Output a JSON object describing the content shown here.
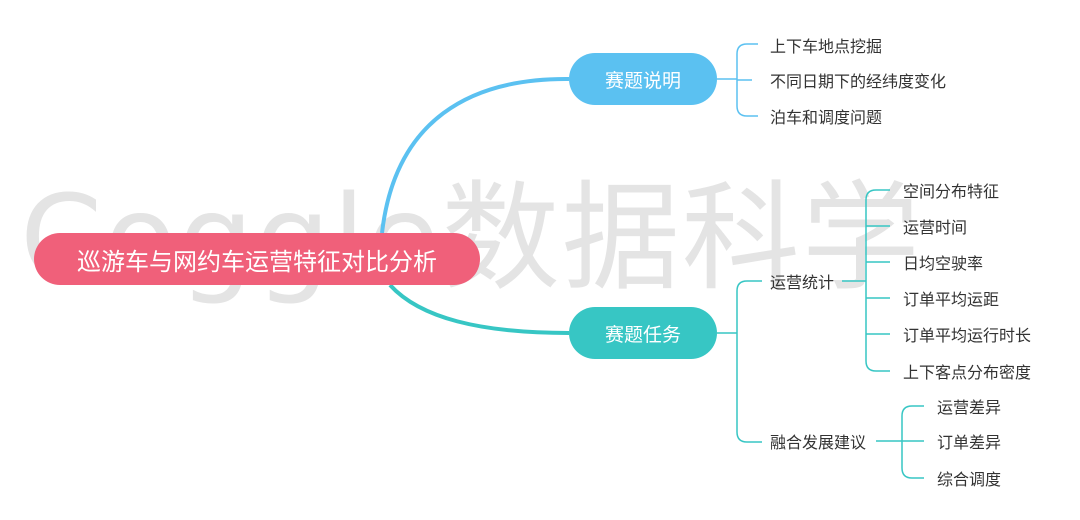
{
  "root": {
    "label": "巡游车与网约车运营特征对比分析",
    "color": "#f0607a"
  },
  "watermark": "Coggle数据科学",
  "branches": [
    {
      "label": "赛题说明",
      "color": "#5bc1f1",
      "items": [
        "上下车地点挖掘",
        "不同日期下的经纬度变化",
        "泊车和调度问题"
      ]
    },
    {
      "label": "赛题任务",
      "color": "#37c6c4",
      "groups": [
        {
          "label": "运营统计",
          "items": [
            "空间分布特征",
            "运营时间",
            "日均空驶率",
            "订单平均运距",
            "订单平均运行时长",
            "上下客点分布密度"
          ]
        },
        {
          "label": "融合发展建议",
          "items": [
            "运营差异",
            "订单差异",
            "综合调度"
          ]
        }
      ]
    }
  ]
}
